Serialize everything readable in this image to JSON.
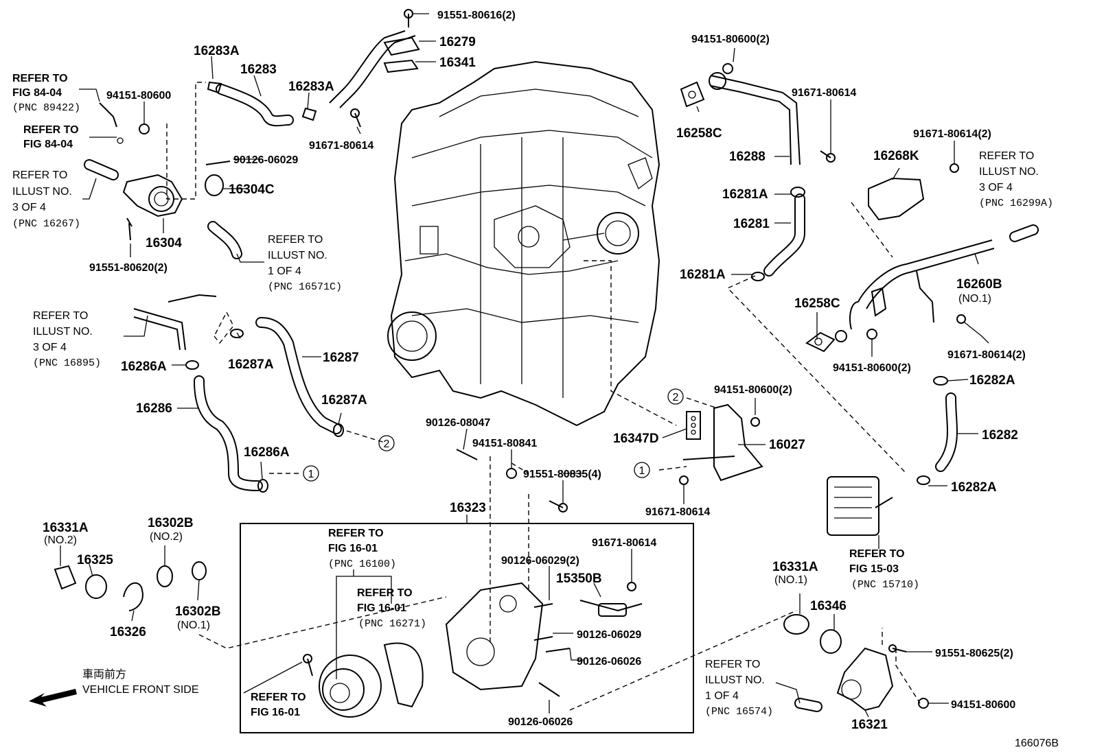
{
  "diagram": {
    "drawing_number": "166076B",
    "direction_jp": "車両前方",
    "direction_en": "VEHICLE FRONT SIDE"
  },
  "parts": {
    "p_91551_80616": "91551-80616(2)",
    "p_16279": "16279",
    "p_16341": "16341",
    "p_16283A_1": "16283A",
    "p_16283": "16283",
    "p_16283A_2": "16283A",
    "p_91671_80614_a": "91671-80614",
    "p_94151_80600_top": "94151-80600(2)",
    "p_91671_80614_b": "91671-80614",
    "p_16258C_top": "16258C",
    "p_16288": "16288",
    "p_16281A_top": "16281A",
    "p_16281": "16281",
    "p_16281A_bot": "16281A",
    "p_91671_80614_2_top": "91671-80614(2)",
    "p_16268K": "16268K",
    "p_94151_80600_left": "94151-80600",
    "p_90126_06029_top": "90126-06029",
    "p_16304C": "16304C",
    "p_16304": "16304",
    "p_91551_80620": "91551-80620(2)",
    "p_16286A_top": "16286A",
    "p_16287A_top": "16287A",
    "p_16287": "16287",
    "p_16286": "16286",
    "p_16287A_bot": "16287A",
    "p_16286A_bot": "16286A",
    "p_16260B": "16260B",
    "p_16260B_no": "(NO.1)",
    "p_16258C_mid": "16258C",
    "p_91671_80614_2_mid": "91671-80614(2)",
    "p_94151_80600_2_mid": "94151-80600(2)",
    "p_16282A_top": "16282A",
    "p_16282": "16282",
    "p_16282A_bot": "16282A",
    "p_94151_80600_2_lower": "94151-80600(2)",
    "p_16347D": "16347D",
    "p_16027": "16027",
    "p_91671_80614_c": "91671-80614",
    "p_90126_08047": "90126-08047",
    "p_94151_80841": "94151-80841",
    "p_91551_80835": "91551-80835(4)",
    "p_16323": "16323",
    "p_16331A_left": "16331A",
    "p_16331A_left_no": "(NO.2)",
    "p_16325": "16325",
    "p_16302B_top": "16302B",
    "p_16302B_top_no": "(NO.2)",
    "p_16302B_bot": "16302B",
    "p_16302B_bot_no": "(NO.1)",
    "p_16326": "16326",
    "p_91671_80614_d": "91671-80614",
    "p_90126_06029_2": "90126-06029(2)",
    "p_15350B": "15350B",
    "p_90126_06029_box": "90126-06029",
    "p_90126_06026_a": "90126-06026",
    "p_90126_06026_b": "90126-06026",
    "p_16331A_right": "16331A",
    "p_16331A_right_no": "(NO.1)",
    "p_16346": "16346",
    "p_91551_80625": "91551-80625(2)",
    "p_94151_80600_br": "94151-80600",
    "p_16321": "16321"
  },
  "refs": {
    "fig8404_a": [
      "REFER TO",
      "FIG 84-04",
      "(PNC 89422)"
    ],
    "fig8404_b": [
      "REFER TO",
      "FIG 84-04"
    ],
    "ill3_16267": [
      "REFER TO",
      "ILLUST NO.",
      "3 OF 4",
      "(PNC 16267)"
    ],
    "ill1_16571C": [
      "REFER TO",
      "ILLUST NO.",
      "1 OF 4",
      "(PNC 16571C)"
    ],
    "ill3_16895": [
      "REFER TO",
      "ILLUST NO.",
      "3 OF 4",
      "(PNC 16895)"
    ],
    "ill3_16299A": [
      "REFER TO",
      "ILLUST NO.",
      "3 OF 4",
      "(PNC 16299A)"
    ],
    "fig1503": [
      "REFER TO",
      "FIG 15-03",
      "(PNC 15710)"
    ],
    "fig1601_a": [
      "REFER TO",
      "FIG 16-01",
      "(PNC 16100)"
    ],
    "fig1601_b": [
      "REFER TO",
      "FIG 16-01",
      "(PNC 16271)"
    ],
    "fig1601_c": [
      "REFER TO",
      "FIG 16-01"
    ],
    "ill1_16574": [
      "REFER TO",
      "ILLUST NO.",
      "1 OF 4",
      "(PNC 16574)"
    ]
  },
  "markers": {
    "m1": "1",
    "m2": "2"
  }
}
